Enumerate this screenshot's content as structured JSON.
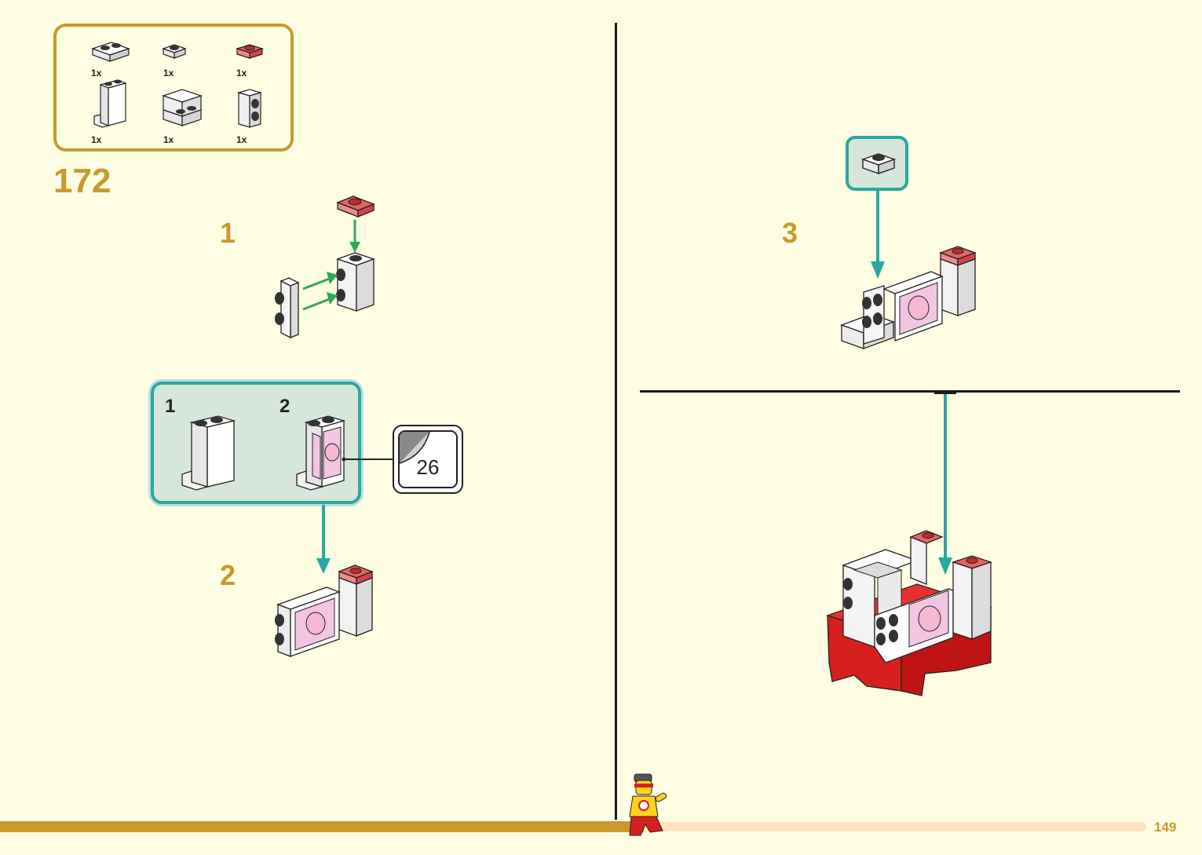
{
  "parts_list": {
    "items": [
      {
        "icon": "white-plate-1x2-icon",
        "qty": "1x"
      },
      {
        "icon": "white-plate-1x1-icon",
        "qty": "1x"
      },
      {
        "icon": "trans-red-plate-1x1-icon",
        "qty": "1x"
      },
      {
        "icon": "white-panel-1x2x3-icon",
        "qty": "1x"
      },
      {
        "icon": "white-bracket-icon",
        "qty": "1x"
      },
      {
        "icon": "white-brick-studs-on-side-icon",
        "qty": "1x"
      }
    ]
  },
  "step": {
    "number": "172"
  },
  "substeps": {
    "one": "1",
    "two": "2",
    "three": "3"
  },
  "callout": {
    "sub_one": "1",
    "sub_two": "2"
  },
  "sticker": {
    "number": "26"
  },
  "page": {
    "number": "149"
  },
  "colors": {
    "accent_gold": "#c9992e",
    "callout_teal": "#2aa7a0",
    "callout_bg": "#d6e6da",
    "page_bg": "#fffde3",
    "arrow_green": "#2fa85a",
    "brick_red": "#d81f1f",
    "trans_red": "#e56464",
    "sticker_pink": "#f2c6e3"
  }
}
